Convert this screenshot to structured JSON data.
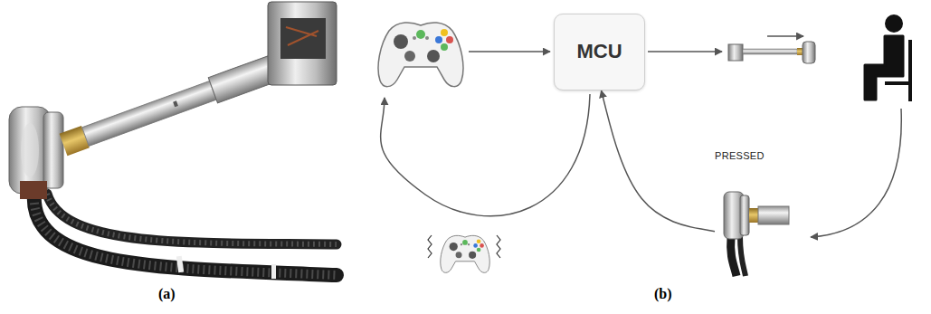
{
  "diagram": {
    "nodes": [
      {
        "text": [
          "MCU"
        ]
      },
      {
        "text": [
          "PRESSED"
        ]
      }
    ],
    "edges": [
      {
        "from": 1,
        "to": 0,
        "arrow": "to"
      }
    ],
    "labels": [
      "(a)",
      "(b)"
    ]
  }
}
